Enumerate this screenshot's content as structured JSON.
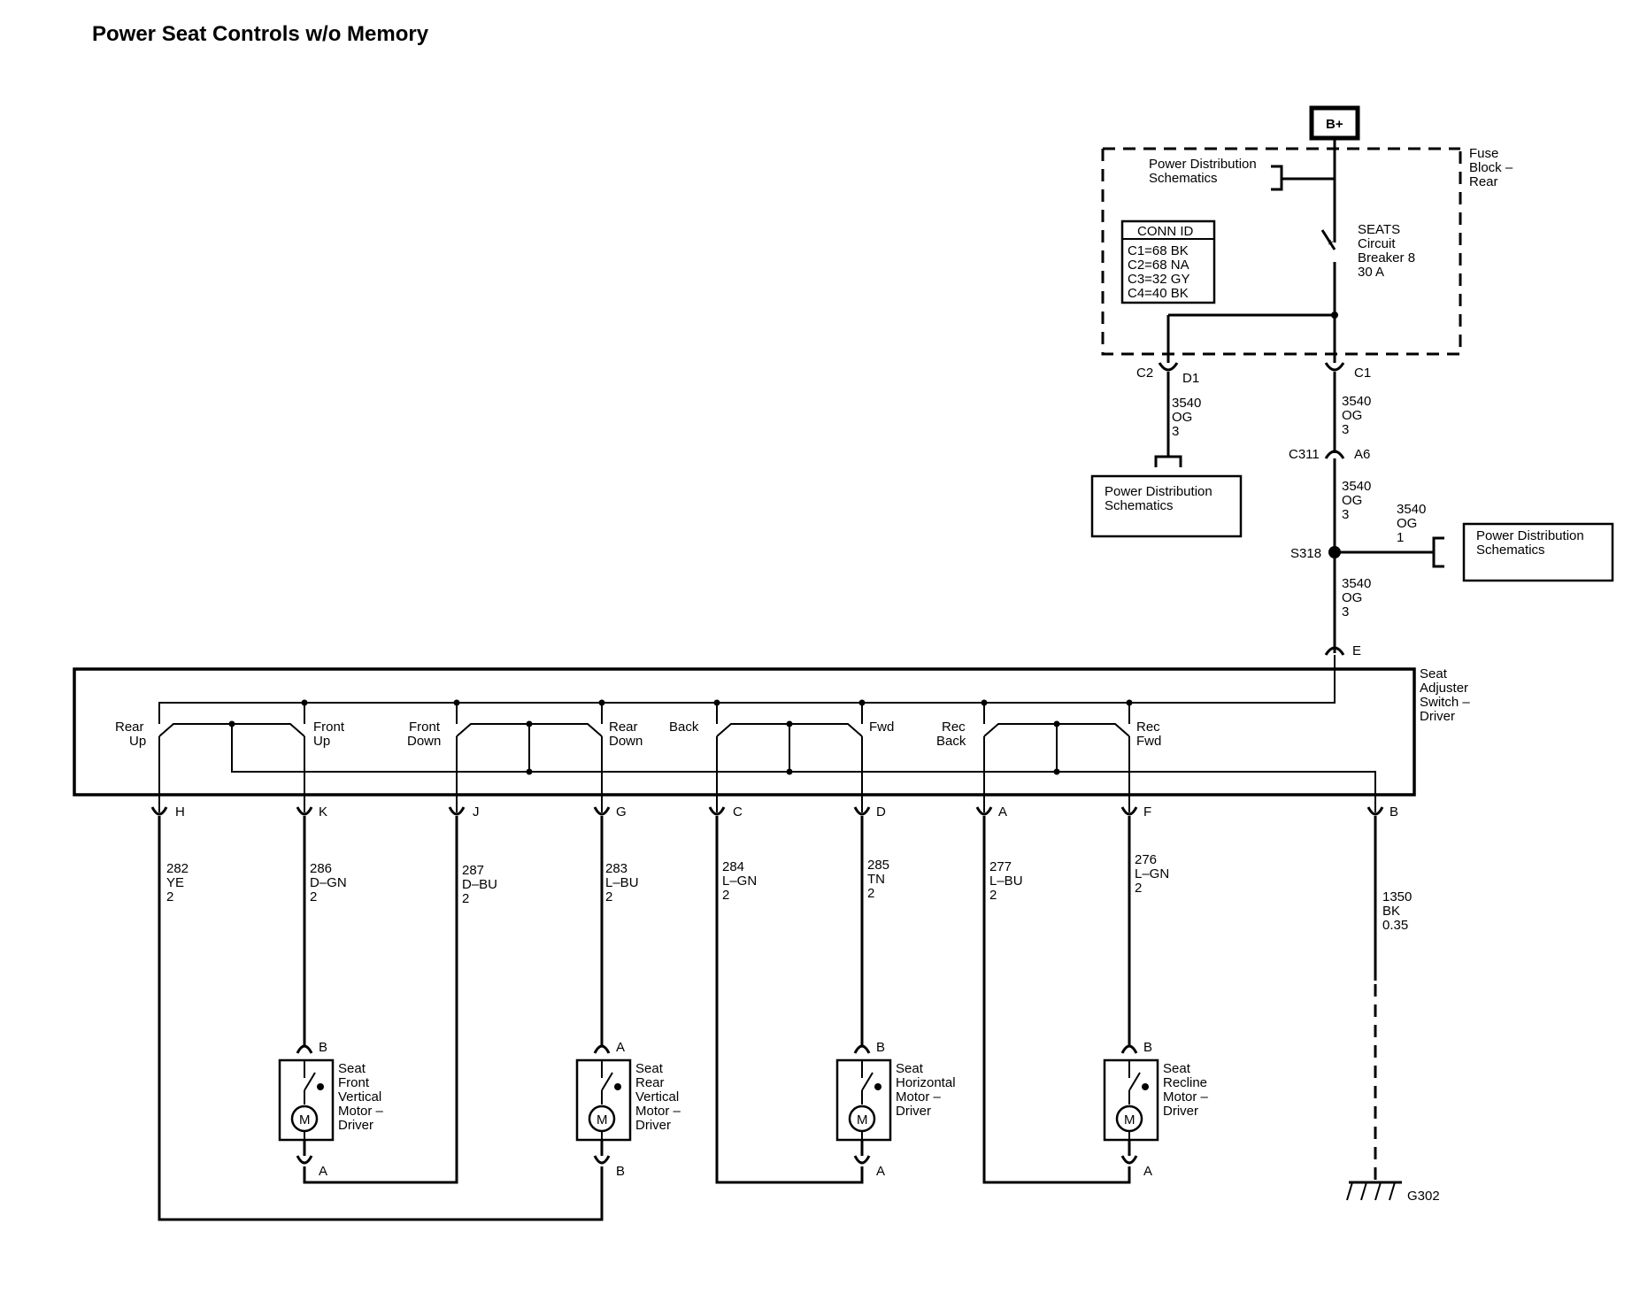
{
  "title": "Power Seat Controls w/o Memory",
  "battery": "B+",
  "fuse_block": {
    "name": [
      "Fuse",
      "Block –",
      "Rear"
    ]
  },
  "conn_id": {
    "header": "CONN ID",
    "rows": [
      "C1=68 BK",
      "C2=68 NA",
      "C3=32 GY",
      "C4=40 BK"
    ]
  },
  "breaker": [
    "SEATS",
    "Circuit",
    "Breaker 8",
    "30 A"
  ],
  "power_dist": [
    "Power Distribution",
    "Schematics"
  ],
  "connectors": {
    "c2": "C2",
    "d1": "D1",
    "c1": "C1",
    "c311": "C311",
    "a6": "A6",
    "s318": "S318"
  },
  "wires": {
    "w_d1": [
      "3540",
      "OG",
      "3"
    ],
    "w_c1": [
      "3540",
      "OG",
      "3"
    ],
    "w_a6": [
      "3540",
      "OG",
      "3"
    ],
    "w_branch": [
      "3540",
      "OG",
      "1"
    ],
    "w_s318": [
      "3540",
      "OG",
      "3"
    ],
    "w_h": [
      "282",
      "YE",
      "2"
    ],
    "w_k": [
      "286",
      "D–GN",
      "2"
    ],
    "w_j": [
      "287",
      "D–BU",
      "2"
    ],
    "w_g": [
      "283",
      "L–BU",
      "2"
    ],
    "w_c": [
      "284",
      "L–GN",
      "2"
    ],
    "w_d": [
      "285",
      "TN",
      "2"
    ],
    "w_a": [
      "277",
      "L–BU",
      "2"
    ],
    "w_f": [
      "276",
      "L–GN",
      "2"
    ],
    "w_b": [
      "1350",
      "BK",
      "0.35"
    ]
  },
  "switch": {
    "name": [
      "Seat",
      "Adjuster",
      "Switch –",
      "Driver"
    ],
    "pos_rear_up": [
      "Rear",
      "Up"
    ],
    "pos_front_up": [
      "Front",
      "Up"
    ],
    "pos_front_down": [
      "Front",
      "Down"
    ],
    "pos_rear_down": [
      "Rear",
      "Down"
    ],
    "pos_back": [
      "Back"
    ],
    "pos_fwd": [
      "Fwd"
    ],
    "pos_rec_back": [
      "Rec",
      "Back"
    ],
    "pos_rec_fwd": [
      "Rec",
      "Fwd"
    ],
    "pins": [
      "E",
      "H",
      "K",
      "J",
      "G",
      "C",
      "D",
      "A",
      "F",
      "B"
    ]
  },
  "motors": [
    {
      "name": [
        "Seat",
        "Front",
        "Vertical",
        "Motor –",
        "Driver"
      ],
      "pin_top": "B",
      "pin_bottom": "A",
      "symbol": "M"
    },
    {
      "name": [
        "Seat",
        "Rear",
        "Vertical",
        "Motor –",
        "Driver"
      ],
      "pin_top": "A",
      "pin_bottom": "B",
      "symbol": "M"
    },
    {
      "name": [
        "Seat",
        "Horizontal",
        "Motor –",
        "Driver"
      ],
      "pin_top": "B",
      "pin_bottom": "A",
      "symbol": "M"
    },
    {
      "name": [
        "Seat",
        "Recline",
        "Motor –",
        "Driver"
      ],
      "pin_top": "B",
      "pin_bottom": "A",
      "symbol": "M"
    }
  ],
  "ground": "G302"
}
